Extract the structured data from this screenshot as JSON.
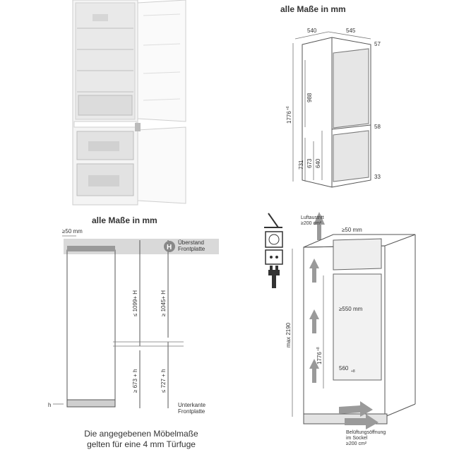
{
  "top_left": {
    "caption": "alle Maße in mm"
  },
  "top_right": {
    "caption": "alle Maße in mm",
    "dims": {
      "depth": "540",
      "width": "545",
      "top": "57",
      "total_height": "1776",
      "total_height_sub": "+6",
      "fridge_height": "988",
      "gap": "58",
      "h731": "731",
      "h673": "673",
      "freezer_height": "640",
      "bottom": "33"
    }
  },
  "bottom_left": {
    "dim_top": "≥50 mm",
    "overhang_label": "Überstand\nFrontplatte",
    "overhang_badge": "H",
    "dim_upper_left": "≤ 1099+ H",
    "dim_upper_right": "≥ 1045+ H",
    "dim_lower_left": "≥ 673 + h",
    "dim_lower_right": "≤ 727 + h",
    "dim_h": "h",
    "bottom_label": "Unterkante\nFrontplatte",
    "note_line1": "Die angegebenen Möbelmaße",
    "note_line2": "gelten für eine 4 mm Türfuge"
  },
  "bottom_right": {
    "air_out": "Luftaustritt\n≥200 cm²",
    "dim_top": "≥50 mm",
    "dim_depth": "≥550 mm",
    "dim_max": "max 2190",
    "dim_height": "1776",
    "dim_height_sub": "+8",
    "dim_width": "560",
    "dim_width_sub": "+8",
    "air_in": "Belüftungsöffnung\nim Sockel\n≥200 cm²"
  }
}
